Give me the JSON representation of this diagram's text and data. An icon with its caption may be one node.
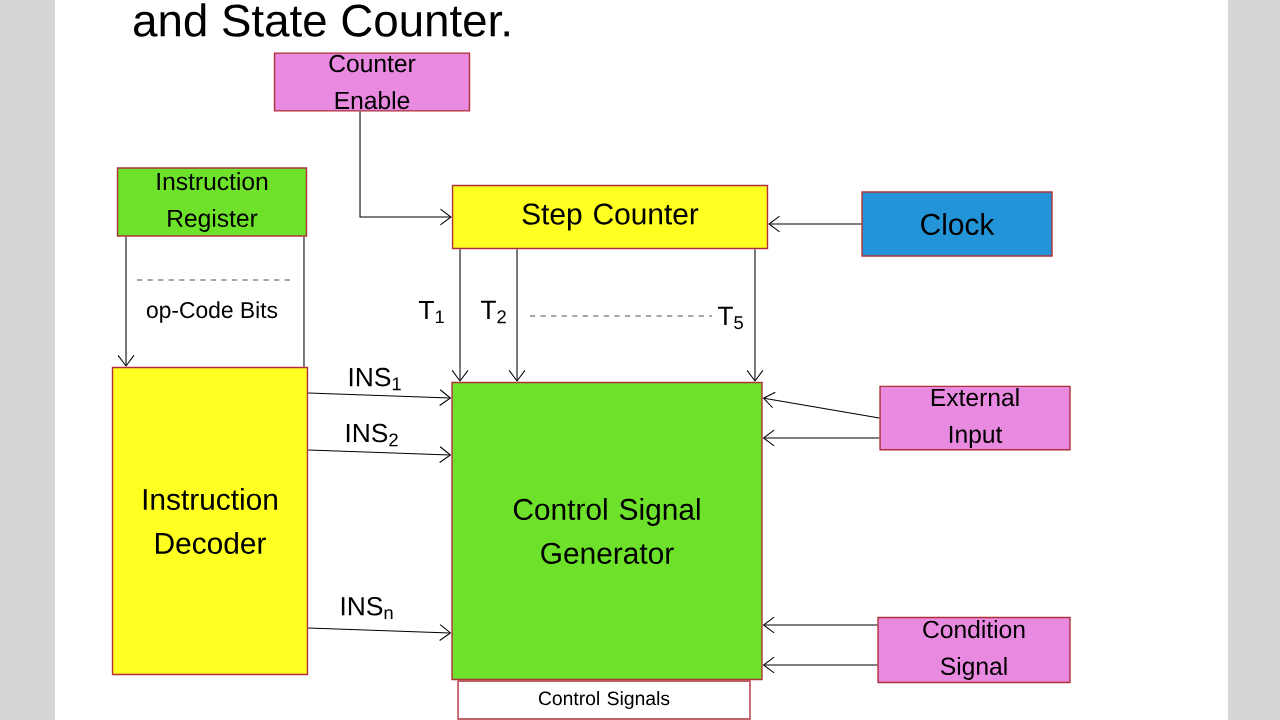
{
  "diagram": {
    "title": "and State Counter.",
    "nodes": [
      {
        "text": [
          "Counter Enable"
        ]
      },
      {
        "text": [
          "Instruction Register"
        ]
      },
      {
        "text": [
          "Step Counter"
        ]
      },
      {
        "text": [
          "Clock"
        ]
      },
      {
        "text": [
          "Instruction Decoder"
        ]
      },
      {
        "text": [
          "Control Signal Generator"
        ]
      },
      {
        "text": [
          "External Input"
        ]
      },
      {
        "text": [
          "Condition Signal"
        ]
      },
      {
        "text": [
          "Control Signals"
        ]
      }
    ],
    "edges": [
      {
        "from": 0,
        "to": 2,
        "arrow": "to"
      },
      {
        "from": 3,
        "to": 2,
        "arrow": "to"
      },
      {
        "from": 1,
        "to": 4,
        "arrow": "to"
      },
      {
        "from": 1,
        "to": 4,
        "arrow": "none"
      },
      {
        "from": 2,
        "to": 5,
        "arrow": "to",
        "label": "T$_{1}$"
      },
      {
        "from": 2,
        "to": 5,
        "arrow": "to",
        "label": "T$_{2}$"
      },
      {
        "from": 2,
        "to": 5,
        "arrow": "to",
        "label": "T$_{5}$"
      },
      {
        "from": 4,
        "to": 5,
        "arrow": "to",
        "label": "INS$_{1}$"
      },
      {
        "from": 4,
        "to": 5,
        "arrow": "to",
        "label": "INS$_{2}$"
      },
      {
        "from": 4,
        "to": 5,
        "arrow": "to",
        "label": "INS$_{n}$"
      },
      {
        "from": 6,
        "to": 5,
        "arrow": "to"
      },
      {
        "from": 6,
        "to": 5,
        "arrow": "to"
      },
      {
        "from": 7,
        "to": 5,
        "arrow": "to"
      },
      {
        "from": 7,
        "to": 5,
        "arrow": "to"
      }
    ],
    "labels": [
      "op-Code Bits"
    ]
  }
}
